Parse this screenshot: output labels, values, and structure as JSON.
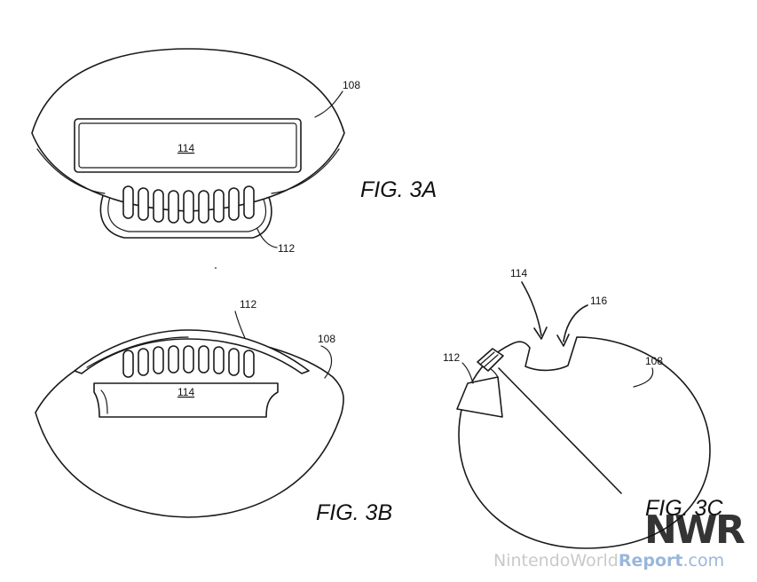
{
  "figures": {
    "fig3a": {
      "label": "FIG. 3A",
      "refs": {
        "body": "108",
        "panel": "114",
        "strip": "112"
      }
    },
    "fig3b": {
      "label": "FIG. 3B",
      "refs": {
        "strip": "112",
        "body": "108",
        "panel": "114"
      }
    },
    "fig3c": {
      "label": "FIG. 3C",
      "refs": {
        "panel": "114",
        "notch": "116",
        "strip": "112",
        "body": "108"
      }
    }
  },
  "watermark": {
    "logo_n": "N",
    "logo_w": "W",
    "logo_r": "R",
    "site_gray": "NintendoWorld",
    "site_blue": "Report",
    "site_suffix": ".com",
    "logo_gray_color": "#c8c8c8",
    "logo_blue_color": "#8fb0d8"
  }
}
